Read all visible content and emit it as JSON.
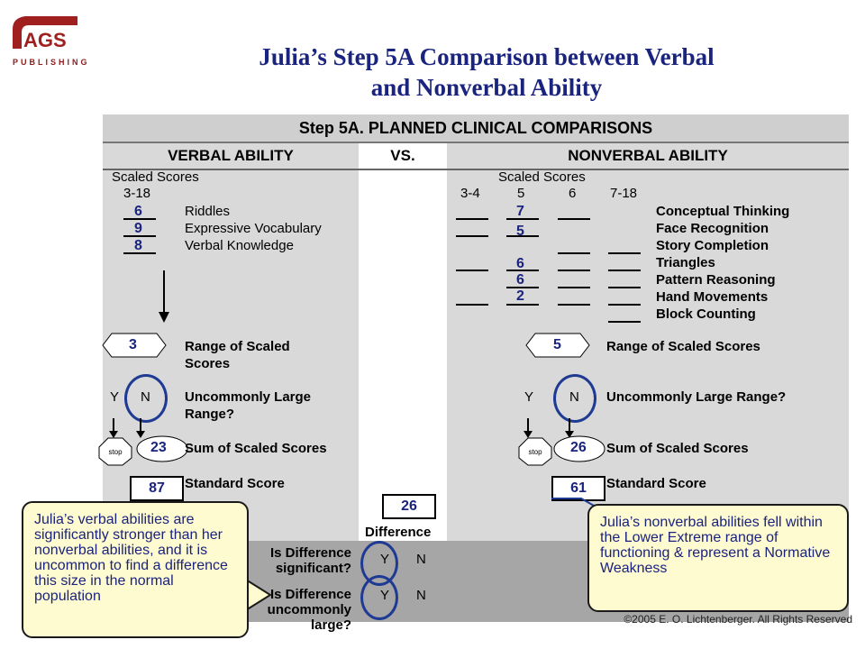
{
  "logo": {
    "name": "AGS",
    "sub": "PUBLISHING"
  },
  "title_line1": "Julia’s Step 5A Comparison between Verbal",
  "title_line2": "and Nonverbal Ability",
  "form": {
    "header": "Step 5A. PLANNED CLINICAL COMPARISONS",
    "verbal_header": "VERBAL ABILITY",
    "vs": "VS.",
    "nonverbal_header": "NONVERBAL ABILITY",
    "scaled_scores": "Scaled Scores",
    "verbal_range": "3-18",
    "nonverbal_cols": [
      "3-4",
      "5",
      "6",
      "7-18"
    ],
    "verbal_subtests": [
      {
        "name": "Riddles",
        "score": "6"
      },
      {
        "name": "Expressive Vocabulary",
        "score": "9"
      },
      {
        "name": "Verbal Knowledge",
        "score": "8"
      }
    ],
    "nonverbal_subtests": [
      {
        "name": "Conceptual Thinking",
        "score": "7"
      },
      {
        "name": "Face Recognition",
        "score": "5"
      },
      {
        "name": "Story Completion",
        "score": ""
      },
      {
        "name": "Triangles",
        "score": "6"
      },
      {
        "name": "Pattern Reasoning",
        "score": "6"
      },
      {
        "name": "Hand Movements",
        "score": "2"
      },
      {
        "name": "Block Counting",
        "score": ""
      }
    ],
    "verbal_range_value": "3",
    "nonverbal_range_value": "5",
    "range_label_1": "Range of Scaled",
    "range_label_2": "Scores",
    "range_label_nv": "Range of Scaled Scores",
    "y": "Y",
    "n": "N",
    "uncommon_1": "Uncommonly Large",
    "uncommon_2": "Range?",
    "uncommon_nv": "Uncommonly Large Range?",
    "stop": "stop",
    "verbal_sum": "23",
    "nonverbal_sum": "26",
    "sum_label": "Sum of Scaled Scores",
    "verbal_standard": "87",
    "nonverbal_standard": "61",
    "standard_label": "Standard Score",
    "difference_value": "26",
    "difference_label": "Difference",
    "sig_q_1": "Is Difference",
    "sig_q_2": "significant?",
    "unc_q_1": "Is Difference",
    "unc_q_2": "uncommonly large?"
  },
  "callout_left": "Julia’s verbal abilities are significantly stronger than her nonverbal abilities, and it is uncommon to find a difference this size in the normal population",
  "callout_right": "Julia’s nonverbal abilities fell within the Lower Extreme range of functioning & represent a Normative Weakness",
  "copyright": "©2005 E. O. Lichtenberger. All Rights Reserved"
}
